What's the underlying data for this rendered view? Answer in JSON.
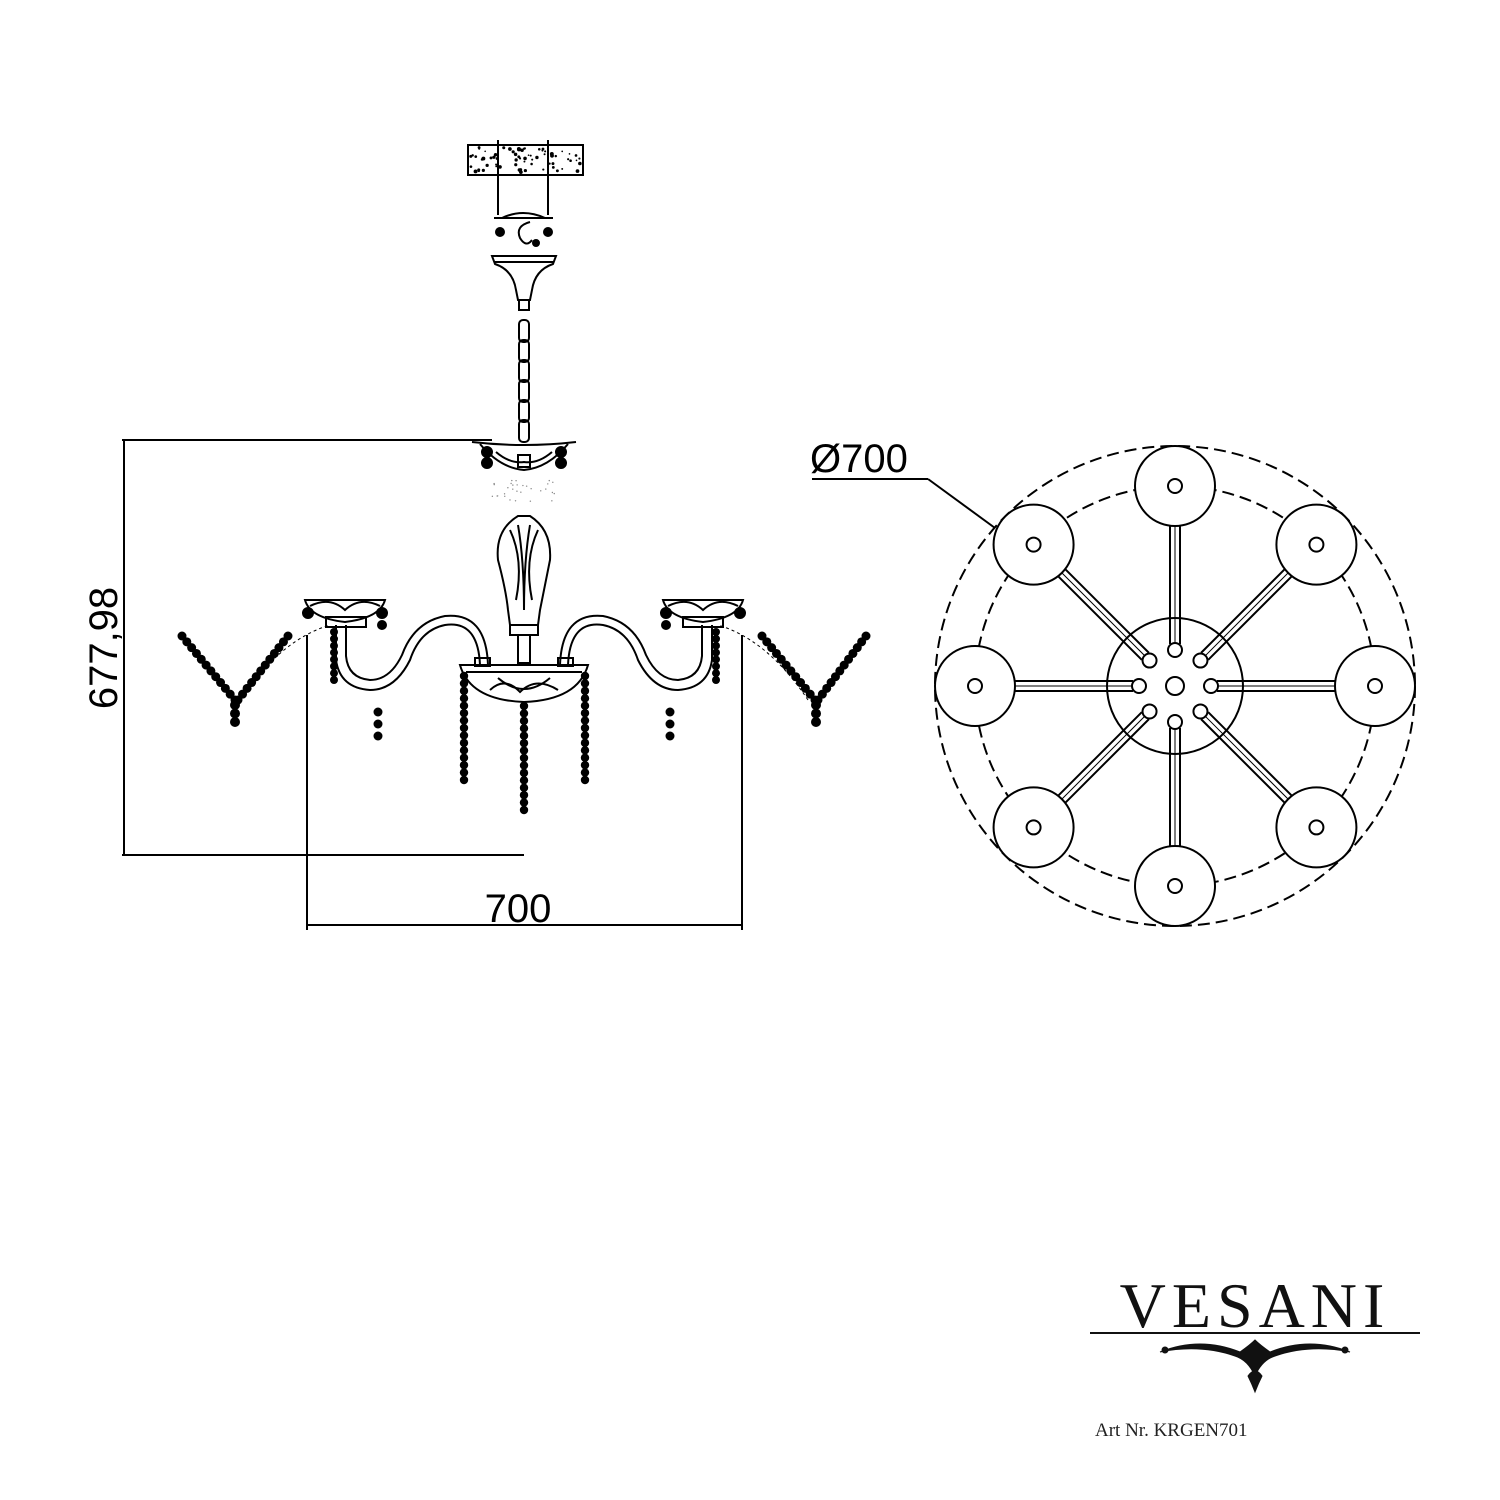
{
  "dimensions": {
    "height_label": "677,98",
    "width_label": "700",
    "diameter_label": "Ø700"
  },
  "brand": {
    "name": "VESANI",
    "article": "Art Nr. KRGEN701"
  },
  "top_view": {
    "arm_count": 8
  },
  "colors": {
    "line": "#000000",
    "background": "#ffffff"
  }
}
